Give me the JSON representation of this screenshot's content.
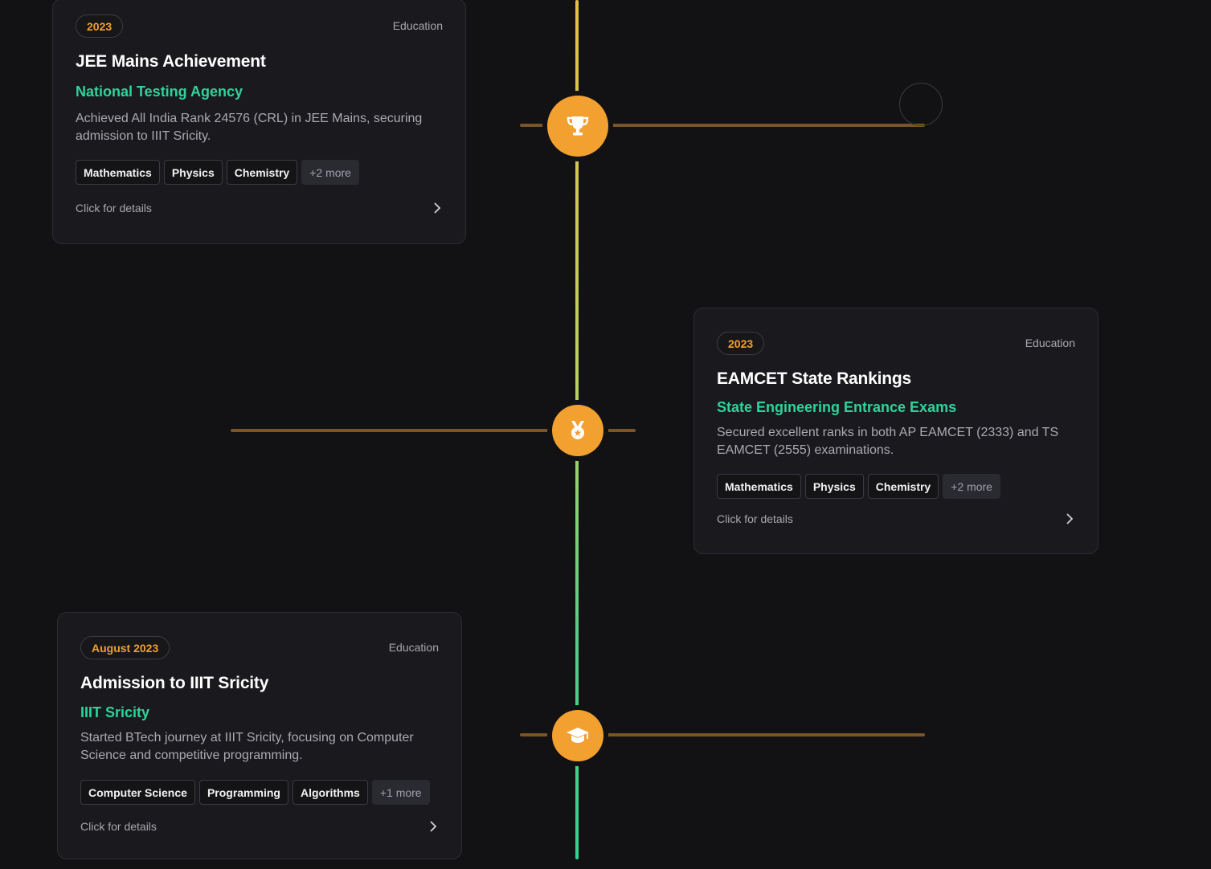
{
  "timeline": {
    "entries": [
      {
        "date": "2023",
        "category": "Education",
        "title": "JEE Mains Achievement",
        "organization": "National Testing Agency",
        "description": "Achieved All India Rank 24576 (CRL) in JEE Mains, securing admission to IIIT Sricity.",
        "tags": [
          "Mathematics",
          "Physics",
          "Chemistry"
        ],
        "more": "+2 more",
        "footer": "Click for details",
        "icon": "trophy-icon"
      },
      {
        "date": "2023",
        "category": "Education",
        "title": "EAMCET State Rankings",
        "organization": "State Engineering Entrance Exams",
        "description": "Secured excellent ranks in both AP EAMCET (2333) and TS EAMCET (2555) examinations.",
        "tags": [
          "Mathematics",
          "Physics",
          "Chemistry"
        ],
        "more": "+2 more",
        "footer": "Click for details",
        "icon": "medal-icon"
      },
      {
        "date": "August 2023",
        "category": "Education",
        "title": "Admission to IIIT Sricity",
        "organization": "IIIT Sricity",
        "description": "Started BTech journey at IIIT Sricity, focusing on Computer Science and competitive programming.",
        "tags": [
          "Computer Science",
          "Programming",
          "Algorithms"
        ],
        "more": "+1 more",
        "footer": "Click for details",
        "icon": "graduation-cap-icon"
      }
    ]
  },
  "colors": {
    "background": "#121215",
    "accent_orange": "#f2a02f",
    "accent_green": "#2fd39a",
    "card_background": "#1a1a1e",
    "connector": "#7a5527"
  }
}
